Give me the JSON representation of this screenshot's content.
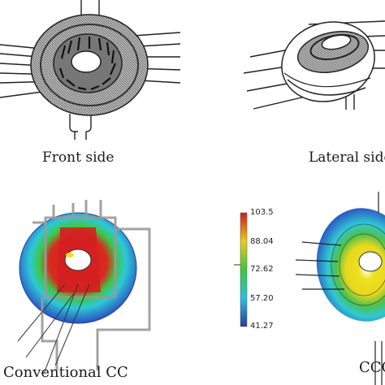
{
  "figure": {
    "captions": {
      "front": "Front side",
      "lateral": "Lateral side",
      "conventional": "Conventional CC",
      "ccc": "CCC"
    },
    "colorbar": {
      "ticks": [
        "103.5",
        "88.04",
        "72.62",
        "57.20",
        "41.27"
      ],
      "colors": [
        "#c81e1e",
        "#f0c81e",
        "#3cc83c",
        "#2dbede",
        "#2a3c9c"
      ]
    }
  }
}
